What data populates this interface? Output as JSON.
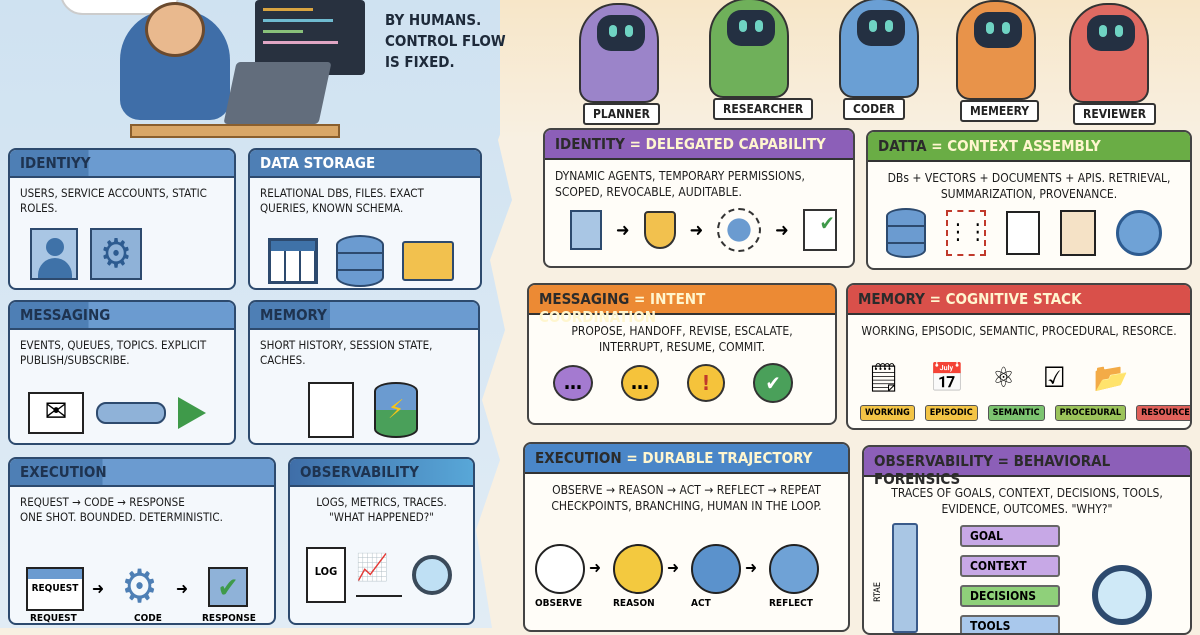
{
  "left": {
    "tagline": [
      "BY HUMANS.",
      "CONTROL FLOW",
      "IS FIXED."
    ],
    "cards": {
      "identity": {
        "title": "IDENTIYY",
        "text": "USERS, SERVICE ACCOUNTS, STATIC ROLES."
      },
      "data": {
        "title": "DATA STORAGE",
        "text": "RELATIONAL DBs, FILES. EXACT QUERIES, KNOWN SCHEMA."
      },
      "messaging": {
        "title": "MESSAGING",
        "text": "EVENTS, QUEUES, TOPICS. EXPLICIT PUBLISH/SUBSCRIBE."
      },
      "memory": {
        "title": "MEMORY",
        "text": "SHORT HISTORY, SESSION STATE, CACHES."
      },
      "execution": {
        "title": "EXECUTION",
        "text1": "REQUEST → CODE → RESPONSE",
        "text2": "ONE SHOT. BOUNDED. DETERMINISTIC.",
        "steps": [
          "REQUEST",
          "CODE",
          "RESPONSE"
        ],
        "window_label": "REQUEST"
      },
      "observability": {
        "title": "OBSERVABILITY",
        "text": "LOGS, METRICS, TRACES. \"WHAT HAPPENED?\"",
        "log_label": "LOG"
      }
    }
  },
  "right": {
    "agents": [
      {
        "label": "PLANNER",
        "color": "#9b84c9"
      },
      {
        "label": "RESEARCHER",
        "color": "#6fb05a"
      },
      {
        "label": "CODER",
        "color": "#6a9fd4"
      },
      {
        "label": "MEMEERY",
        "color": "#e8934a"
      },
      {
        "label": "REVIEWER",
        "color": "#df6a62"
      }
    ],
    "cards": {
      "identity": {
        "key": "IDENTITY",
        "eq": "=",
        "value": "DELEGATED CAPABILITY",
        "text": "DYNAMIC AGENTS, TEMPORARY PERMISSIONS, SCOPED, REVOCABLE, AUDITABLE.",
        "color": "#8c5fb8"
      },
      "data": {
        "key": "DATTA",
        "eq": "=",
        "value": "CONTEXT ASSEMBLY",
        "text": "DBs + VECTORS + DOCUMENTS + APIS. RETRIEVAL, SUMMARIZATION, PROVENANCE.",
        "color": "#6aad45"
      },
      "messaging": {
        "key": "MESSAGING",
        "eq": "=",
        "value": "INTENT COORDINATION",
        "text": "PROPOSE, HANDOFF, REVISE, ESCALATE, INTERRUPT, RESUME, COMMIT.",
        "color": "#ec8a34"
      },
      "memory": {
        "key": "MEMORY",
        "eq": "=",
        "value": "COGNITIVE STACK",
        "text": "WORKING, EPISODIC, SEMANTIC, PROCEDURAL, RESORCE.",
        "color": "#d9504a",
        "tiers": [
          {
            "label": "WORKING",
            "color": "#f3c445"
          },
          {
            "label": "EPISODIC",
            "color": "#f3c445"
          },
          {
            "label": "SEMANTIC",
            "color": "#7cc470"
          },
          {
            "label": "PROCEDURAL",
            "color": "#9bc35a"
          },
          {
            "label": "RESOURCES",
            "color": "#e0605a"
          }
        ]
      },
      "execution": {
        "key": "EXECUTION",
        "eq": "=",
        "value": "DURABLE TRAJECTORY",
        "text1": "OBSERVE → REASON → ACT → REFLECT → REPEAT",
        "text2": "CHECKPOINTS, BRANCHING, HUMAN IN THE LOOP.",
        "color": "#4a86c8",
        "steps": [
          {
            "label": "OBSERVE",
            "color": "#ffffff"
          },
          {
            "label": "REASON",
            "color": "#f3c93f"
          },
          {
            "label": "ACT",
            "color": "#5b92cc"
          },
          {
            "label": "REFLECT",
            "color": "#6fa2d6"
          }
        ]
      },
      "observability": {
        "key": "OBSERVABILITY",
        "eq": "=",
        "value": "BEHAVIORAL FORENSICS",
        "text": "TRACES OF GOALS, CONTEXT, DECISIONS, TOOLS, EVIDENCE, OUTCOMES. \"WHY?\"",
        "color": "#8c5fb8",
        "axis_label": "RTAE",
        "trace": [
          {
            "label": "GOAL",
            "color": "#c7a8e6"
          },
          {
            "label": "CONTEXT",
            "color": "#c7a8e6"
          },
          {
            "label": "DECISIONS",
            "color": "#8fd07a"
          },
          {
            "label": "TOOLS",
            "color": "#a9c8ec"
          }
        ]
      }
    }
  }
}
